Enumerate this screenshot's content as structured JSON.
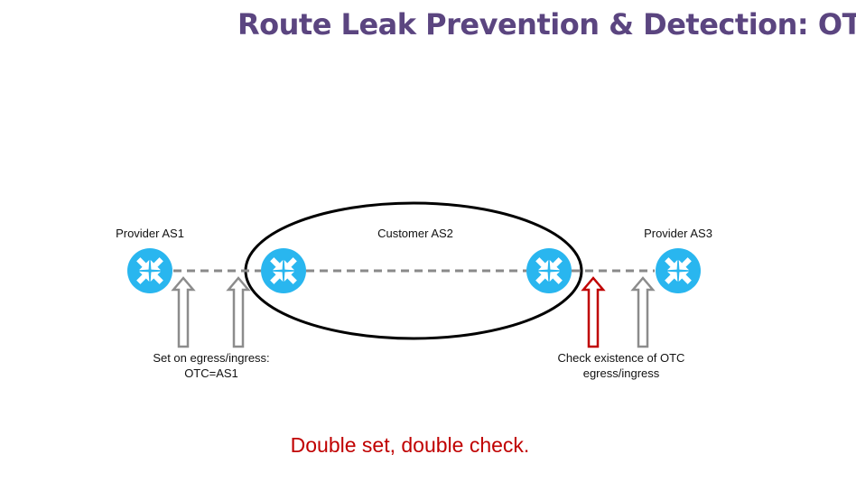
{
  "title": "Route Leak Prevention & Detection: OTC",
  "nodes": {
    "provider_as1": "Provider AS1",
    "customer_as2": "Customer AS2",
    "provider_as3": "Provider AS3"
  },
  "annotations": {
    "set_line1": "Set on egress/ingress:",
    "set_line2": "OTC=AS1",
    "check_line1": "Check existence of OTC",
    "check_line2": "egress/ingress"
  },
  "tagline": "Double set, double check.",
  "colors": {
    "title": "#5b4580",
    "router": "#29b6ef",
    "arrow_gray": "#8c8c8c",
    "arrow_red": "#c00000",
    "tagline": "#c00000"
  },
  "icons": [
    "router-icon",
    "up-arrow-icon"
  ]
}
